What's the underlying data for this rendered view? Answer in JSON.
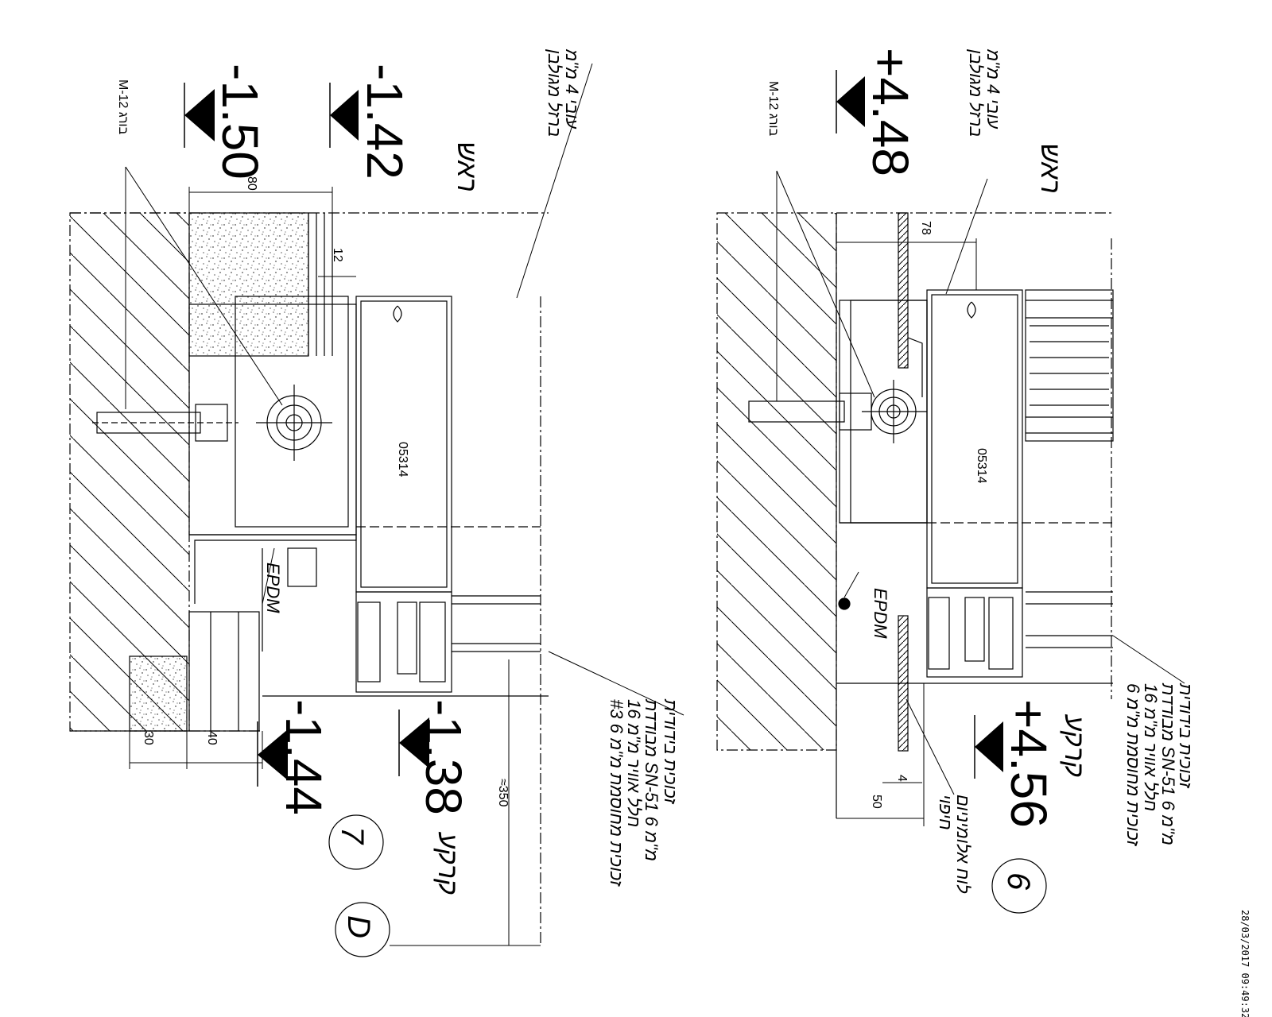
{
  "drawing": {
    "timestamp": "28/03/2017 09:49:32",
    "details": [
      {
        "id": "detail-7",
        "number": "7",
        "letter": "D",
        "levels": [
          "-1.42",
          "-1.50",
          "-1.38",
          "-1.44"
        ],
        "dims": [
          "80",
          "12",
          "30",
          "40",
          "≈350"
        ],
        "profile_code": "05314",
        "anchor": "M-12 בורג",
        "gasket": "EPDM",
        "notes": {
          "top_label_1": "ברזל מגולבן",
          "top_label_2": "עובי 4 מ\"מ",
          "head": "ראש",
          "sill": "קרקע",
          "glass_1": "זכוכית בידודית",
          "glass_2": "מבודדת SN-51 מ\"מ 6",
          "glass_3": "חלל אוויר מ\"מ 16",
          "glass_4": "זכוכית מחוסמת מ\"מ 6 #3"
        }
      },
      {
        "id": "detail-6",
        "number": "6",
        "levels": [
          "+4.48",
          "+4.56"
        ],
        "dims": [
          "78",
          "4",
          "50"
        ],
        "profile_code": "05314",
        "anchor": "M-12 בורג",
        "gasket": "EPDM",
        "notes": {
          "top_label_1": "ברזל מגולבן",
          "top_label_2": "עובי 4 מ\"מ",
          "head": "ראש",
          "sill": "קרקע",
          "panel_1": "לוח אלומיניום",
          "panel_2": "חיפוי",
          "glass_1": "זכוכית בידודית",
          "glass_2": "מבודדת SN-51 מ\"מ 6",
          "glass_3": "חלל אוויר מ\"מ 16",
          "glass_4": "זכוכית מחוסמת מ\"מ 6"
        }
      }
    ]
  }
}
